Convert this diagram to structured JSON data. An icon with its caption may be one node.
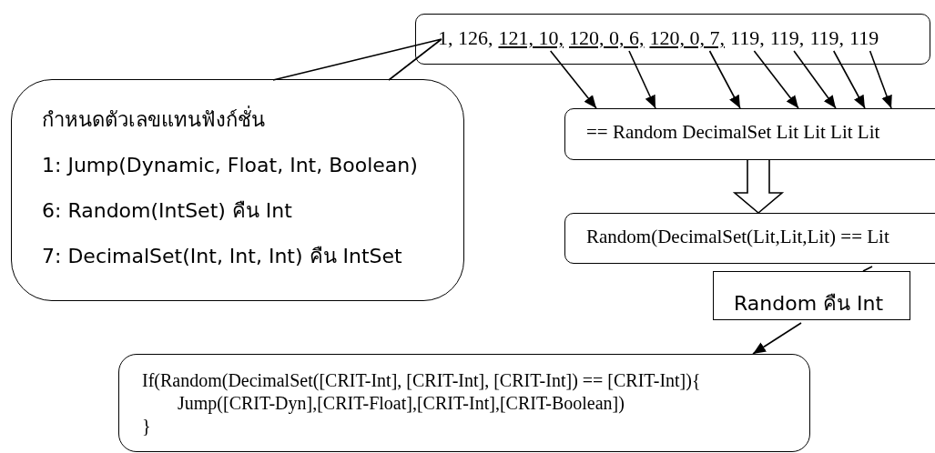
{
  "diagram": {
    "nodes": [
      {
        "text": [],
        "shape": "box"
      },
      {
        "text": [
          "1, 126,"
        ],
        "in": 0
      },
      {
        "text": [
          "121, 10,"
        ],
        "in": 0
      },
      {
        "text": [
          "120, 0, 6,"
        ],
        "in": 0
      },
      {
        "text": [
          "120, 0, 7,"
        ],
        "in": 0
      },
      {
        "text": [
          "119,"
        ],
        "in": 0
      },
      {
        "text": [
          "119,"
        ],
        "in": 0
      },
      {
        "text": [
          "119,"
        ],
        "in": 0
      },
      {
        "text": [
          "119"
        ],
        "in": 0
      },
      {
        "text": [
          "กำหนดตัวเลขแทนฟังก์ชั่น",
          "1: Jump(Dynamic, Float, Int, Boolean)",
          "6: Random(IntSet) คืน Int",
          "7: DecimalSet(Int, Int, Int) คืน IntSet"
        ]
      },
      {
        "text": [
          "== Random DecimalSet Lit Lit Lit Lit"
        ]
      },
      {
        "text": [
          "Random(DecimalSet(Lit,Lit,Lit) == Lit"
        ]
      },
      {
        "text": [
          "Random คืน Int"
        ]
      },
      {
        "text": [
          "If(Random(DecimalSet([CRIT-Int], [CRIT-Int], [CRIT-Int]) == [CRIT-Int]){",
          "Jump([CRIT-Dyn],[CRIT-Float],[CRIT-Int],[CRIT-Boolean])",
          "}"
        ]
      }
    ],
    "edges": [
      {
        "from": 9,
        "to": 1,
        "arrow": "none"
      },
      {
        "from": 2,
        "to": 10,
        "arrow": "to"
      },
      {
        "from": 3,
        "to": 10,
        "arrow": "to"
      },
      {
        "from": 4,
        "to": 10,
        "arrow": "to"
      },
      {
        "from": 5,
        "to": 10,
        "arrow": "to"
      },
      {
        "from": 6,
        "to": 10,
        "arrow": "to"
      },
      {
        "from": 7,
        "to": 10,
        "arrow": "to"
      },
      {
        "from": 8,
        "to": 10,
        "arrow": "to"
      },
      {
        "from": 10,
        "to": 11,
        "arrow": "to"
      },
      {
        "from": 11,
        "to": 12,
        "arrow": "none"
      },
      {
        "from": 12,
        "to": 13,
        "arrow": "to"
      }
    ]
  }
}
